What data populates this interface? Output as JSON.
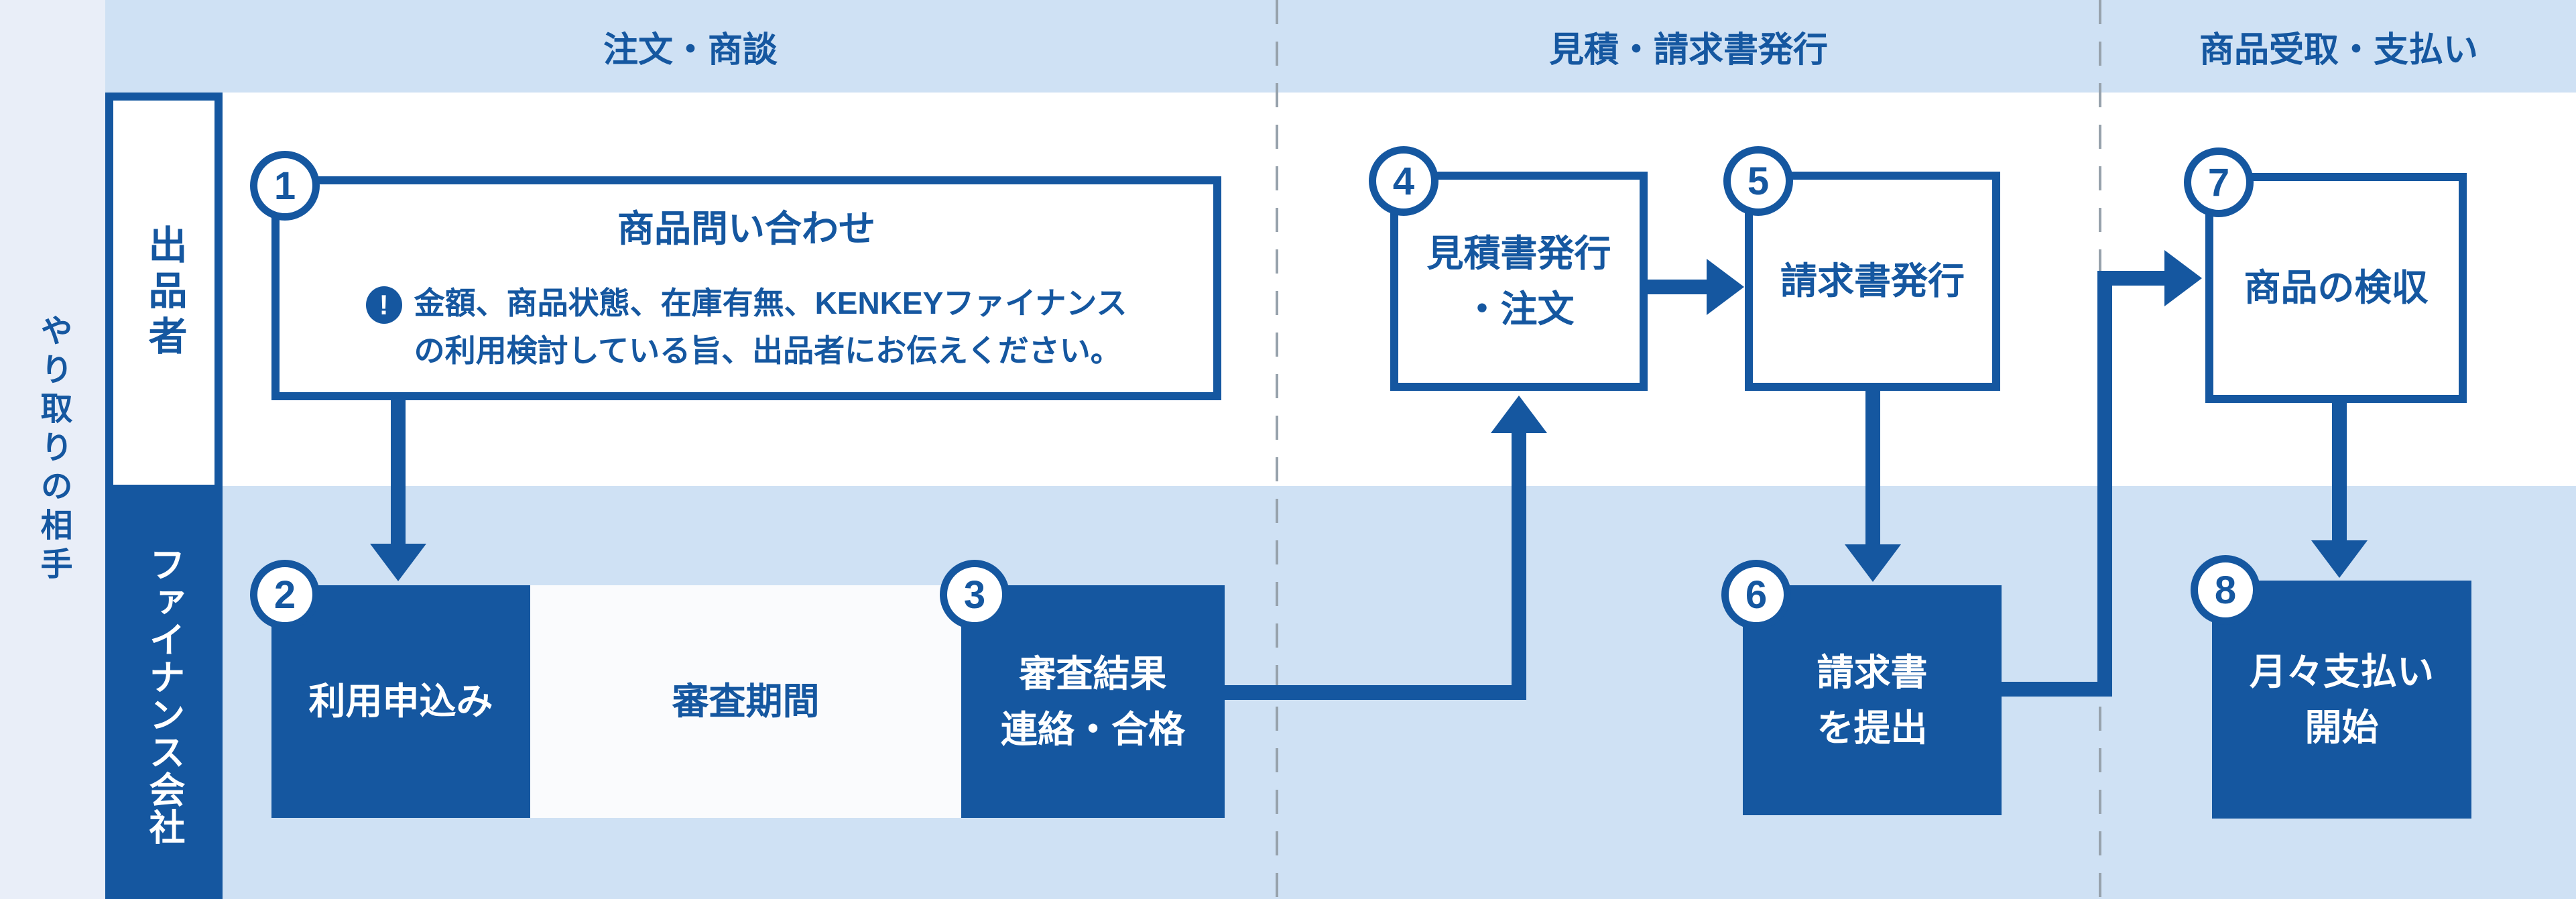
{
  "sidebar": {
    "label": "やり取りの相手"
  },
  "phases": [
    "注文・商談",
    "見積・請求書発行",
    "商品受取・支払い"
  ],
  "lanes": [
    {
      "label": "出品者"
    },
    {
      "label": "ファイナンス会社"
    }
  ],
  "steps": [
    {
      "num": "1",
      "title": "商品問い合わせ",
      "note": "金額、商品状態、在庫有無、KENKEYファイナンス\nの利用検討している旨、出品者にお伝えください。"
    },
    {
      "num": "2",
      "title": "利用申込み"
    },
    {
      "num": "3",
      "title": "審査結果\n連絡・合格"
    },
    {
      "num": "4",
      "title": "見積書発行\n・注文"
    },
    {
      "num": "5",
      "title": "請求書発行"
    },
    {
      "num": "6",
      "title": "請求書\nを提出"
    },
    {
      "num": "7",
      "title": "商品の検収"
    },
    {
      "num": "8",
      "title": "月々支払い\n開始"
    }
  ],
  "waiting": {
    "label": "審査期間"
  },
  "icons": {
    "alert": "!"
  },
  "colors": {
    "primary_blue": "#1557a0",
    "lane_light_blue": "#cfe1f4",
    "sidebar_pale_blue": "#e9eef8",
    "waiting_box_white": "#fafbfd",
    "separator_gray": "#97a2ac"
  }
}
